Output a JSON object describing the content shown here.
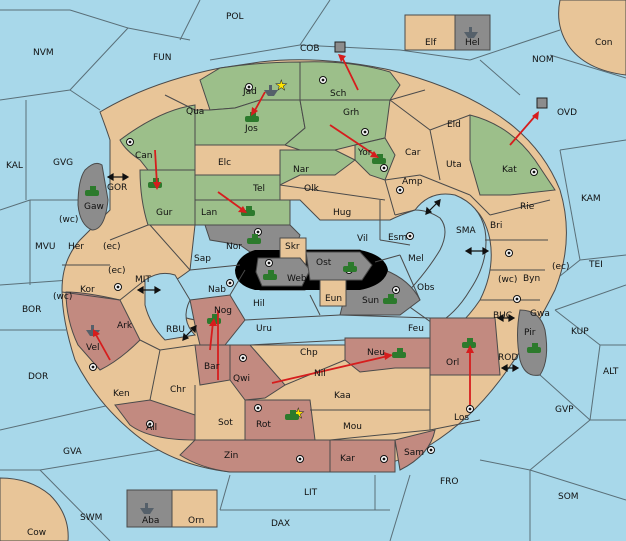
{
  "colors": {
    "water": "#a8d8ea",
    "neutral": "#e8c598",
    "green": "#9cbf8a",
    "red": "#c28a80",
    "grey": "#8c8c8c",
    "arrow": "#d61d1d",
    "unit": "#2c7a2c"
  },
  "icons": {
    "unit": "tank-icon",
    "fleet": "ship-icon",
    "order": "move-arrow-icon",
    "center": "supply-center-icon",
    "star": "star-icon",
    "link": "double-arrow-icon"
  },
  "labels": {
    "POL": "POL",
    "NVM": "NVM",
    "FUN": "FUN",
    "COB": "COB",
    "Elf": "Elf",
    "Hel": "Hel",
    "Con": "Con",
    "NOM": "NOM",
    "Jad": "Jad",
    "Sch": "Sch",
    "Qua": "Qua",
    "Jos": "Jos",
    "Grh": "Grh",
    "Eld": "Eld",
    "OVD": "OVD",
    "Can": "Can",
    "Elc": "Elc",
    "Nar": "Nar",
    "Yor": "Yor",
    "Car": "Car",
    "Uta": "Uta",
    "Kat": "Kat",
    "KAL": "KAL",
    "GVG": "GVG",
    "GOR": "GOR",
    "Gaw": "Gaw",
    "Gur": "Gur",
    "Tel": "Tel",
    "Lan": "Lan",
    "Olk": "Olk",
    "Amp": "Amp",
    "Hug": "Hug",
    "Rie": "Rie",
    "KAM": "KAM",
    "Bri": "Bri",
    "wc1": "(wc)",
    "ec1": "(ec)",
    "Her": "Her",
    "MVU": "MVU",
    "Nor": "Nor",
    "Skr": "Skr",
    "Ost": "Ost",
    "Vil": "Vil",
    "Esm": "Esm",
    "SMA": "SMA",
    "Sap": "Sap",
    "Web": "Web",
    "Mel": "Mel",
    "ec2": "(ec)",
    "Kor": "Kor",
    "wc2": "(wc)",
    "MIT": "MIT",
    "Nab": "Nab",
    "Eun": "Eun",
    "Sun": "Sun",
    "Obs": "Obs",
    "wc3": "(wc)",
    "Byn": "Byn",
    "ec3": "(ec)",
    "TEI": "TEI",
    "BOR": "BOR",
    "Ark": "Ark",
    "RBU": "RBU",
    "Nog": "Nog",
    "Hil": "Hil",
    "Uru": "Uru",
    "Feu": "Feu",
    "BUC": "BUC",
    "Gwa": "Gwa",
    "KUP": "KUP",
    "Pir": "Pir",
    "Vel": "Vel",
    "Chp": "Chp",
    "Neu": "Neu",
    "Orl": "Orl",
    "ROD": "ROD",
    "DOR": "DOR",
    "Bar": "Bar",
    "Qwi": "Qwi",
    "Nil": "Nil",
    "ALT": "ALT",
    "Ken": "Ken",
    "Chr": "Chr",
    "Kaa": "Kaa",
    "GVP": "GVP",
    "Ail": "Ail",
    "Sot": "Sot",
    "Rot": "Rot",
    "Mou": "Mou",
    "Los": "Los",
    "GVA": "GVA",
    "Zin": "Zin",
    "Kar": "Kar",
    "Sam": "Sam",
    "FRO": "FRO",
    "LIT": "LIT",
    "SOM": "SOM",
    "SWM": "SWM",
    "Aba": "Aba",
    "Orn": "Orn",
    "DAX": "DAX",
    "Cow": "Cow"
  }
}
